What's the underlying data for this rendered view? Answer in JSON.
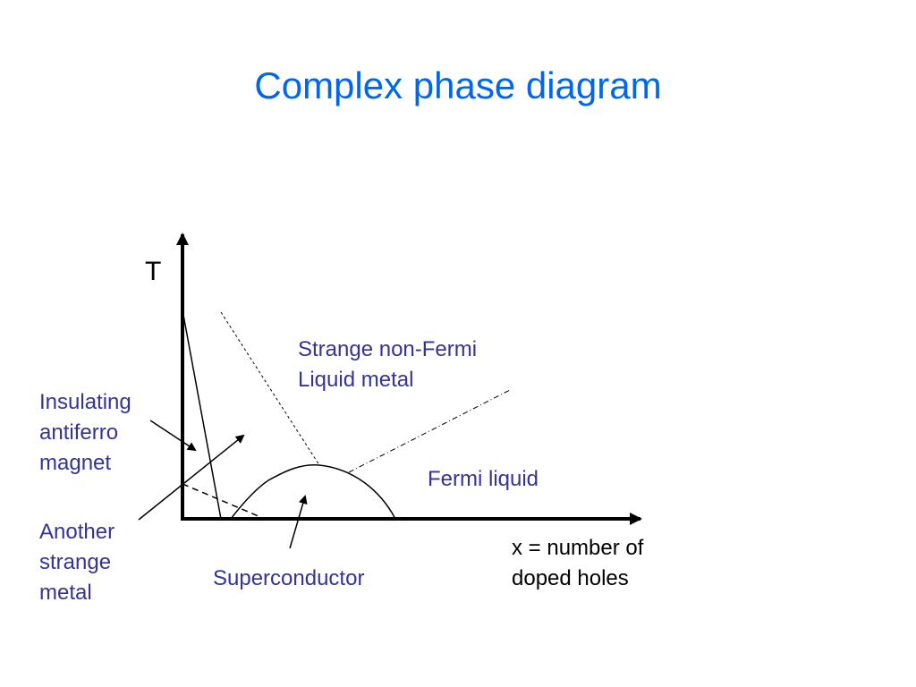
{
  "colors": {
    "title": "#0066ee",
    "region_label": "#333399",
    "axis_label": "#000000",
    "line": "#000000"
  },
  "slide": {
    "title": "Complex phase diagram"
  },
  "diagram": {
    "y_axis_label": "T",
    "x_axis_label_line1": "x = number of",
    "x_axis_label_line2": "doped holes",
    "regions": {
      "strange_metal_line1": "Strange non-Fermi",
      "strange_metal_line2": "Liquid metal",
      "fermi_liquid": "Fermi liquid",
      "insulating_line1": "Insulating",
      "insulating_line2": "antiferro",
      "insulating_line3": "magnet",
      "another_line1": "Another",
      "another_line2": "strange",
      "another_line3": "metal",
      "superconductor": "Superconductor"
    }
  }
}
